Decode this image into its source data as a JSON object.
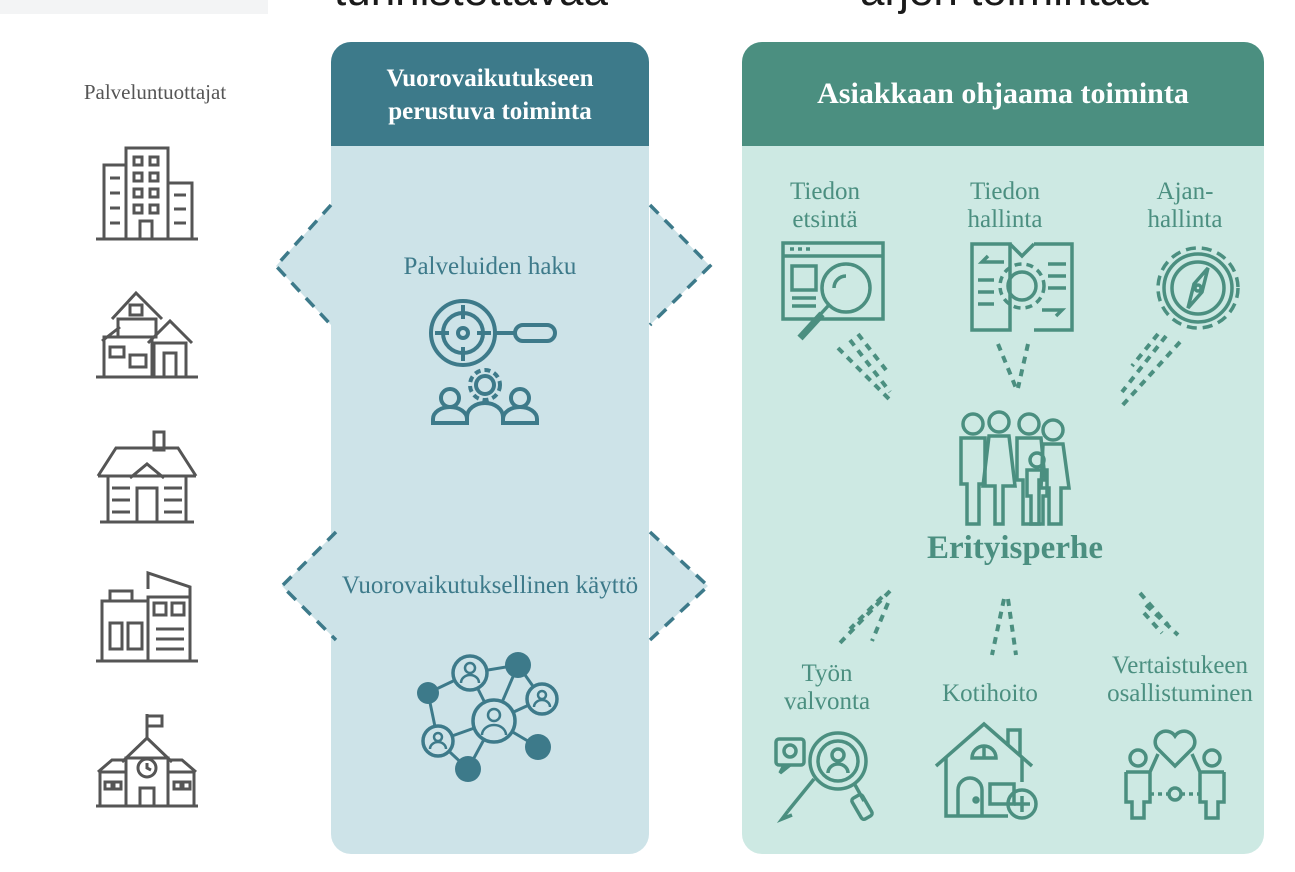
{
  "header": {
    "left_title_fragment": "tunnistettavaa",
    "right_title_fragment": "arjen toimintaa"
  },
  "providers": {
    "label": "Palveluntuottajat",
    "buildings": [
      "office-building-icon",
      "townhouse-icon",
      "cottage-icon",
      "modern-house-icon",
      "school-icon"
    ]
  },
  "middle_panel": {
    "title": "Vuorovaikutukseen perustuva toiminta",
    "items": [
      {
        "label": "Palveluiden haku",
        "icon": "search-people-icon"
      },
      {
        "label": "Vuorovaikutuksellinen käyttö",
        "icon": "network-people-icon"
      }
    ]
  },
  "right_panel": {
    "title": "Asiakkaan ohjaama toiminta",
    "center_label": "Erityisperhe",
    "center_icon": "family-icon",
    "top_items": [
      {
        "label": "Tiedon etsintä",
        "icon": "web-search-icon"
      },
      {
        "label": "Tiedon hallinta",
        "icon": "document-gear-icon"
      },
      {
        "label": "Ajan-hallinta",
        "icon": "compass-gear-icon"
      }
    ],
    "bottom_items": [
      {
        "label": "Työn valvonta",
        "icon": "inspection-icon"
      },
      {
        "label": "Kotihoito",
        "icon": "home-care-icon"
      },
      {
        "label": "Vertaistukeen osallistuminen",
        "icon": "peer-support-icon"
      }
    ]
  },
  "colors": {
    "middle_header": "#3d7a8a",
    "middle_body": "#cde3e8",
    "right_header": "#4b8f80",
    "right_body": "#cde9e3",
    "building_stroke": "#555555"
  }
}
